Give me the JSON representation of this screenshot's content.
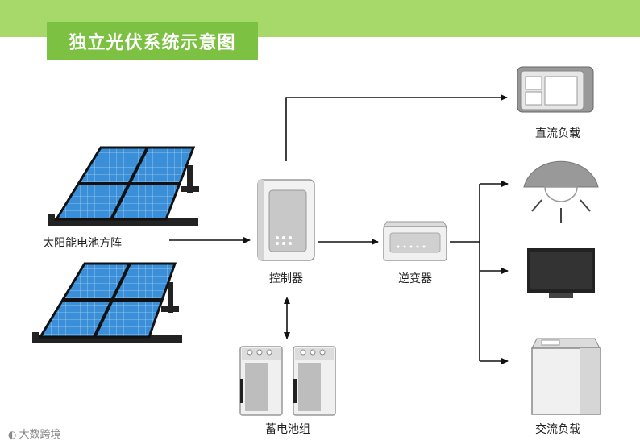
{
  "title": "独立光伏系统示意图",
  "labels": {
    "solar_array": "太阳能电池方阵",
    "controller": "控制器",
    "inverter": "逆变器",
    "battery_bank": "蓄电池组",
    "dc_load": "直流负载",
    "ac_load": "交流负载"
  },
  "watermark": "大数跨境",
  "colors": {
    "band": "#a6d96a",
    "title_bg": "#7dc142",
    "panel_blue": "#3a8fd8",
    "frame": "#1a1a1a",
    "device_grey": "#e6e6e6"
  }
}
